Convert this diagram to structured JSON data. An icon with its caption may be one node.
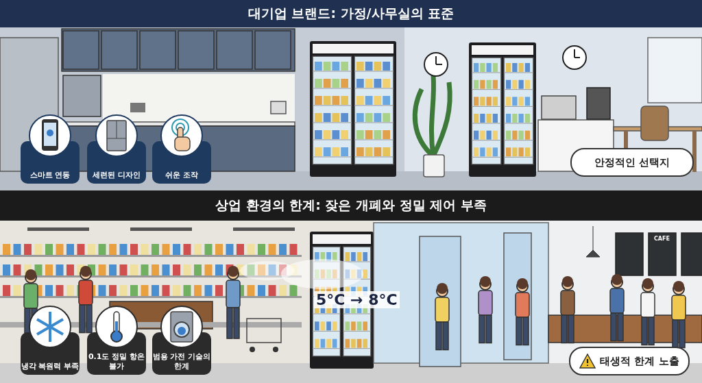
{
  "diagram": {
    "nodes": [
      {
        "text": [
          "대기업 브랜드: 가정/사무실의 표준"
        ]
      },
      {
        "text": [
          "스마트 연동"
        ]
      },
      {
        "text": [
          "세련된 디자인"
        ]
      },
      {
        "text": [
          "쉬운 조작"
        ]
      },
      {
        "text": [
          "안정적인 선택지"
        ]
      },
      {
        "text": [
          "상업 환경의 한계: 잦은 개폐와 정밀 제어 부족"
        ]
      },
      {
        "text": [
          "냉각 복원력 부족"
        ]
      },
      {
        "text": [
          "0.1도 정밀 항온 불가"
        ]
      },
      {
        "text": [
          "범용 가전 기술의 한계"
        ]
      },
      {
        "text": [
          "태생적 한계 노출"
        ]
      }
    ],
    "labels": [
      "5°C → 8°C",
      "CAFE"
    ]
  }
}
